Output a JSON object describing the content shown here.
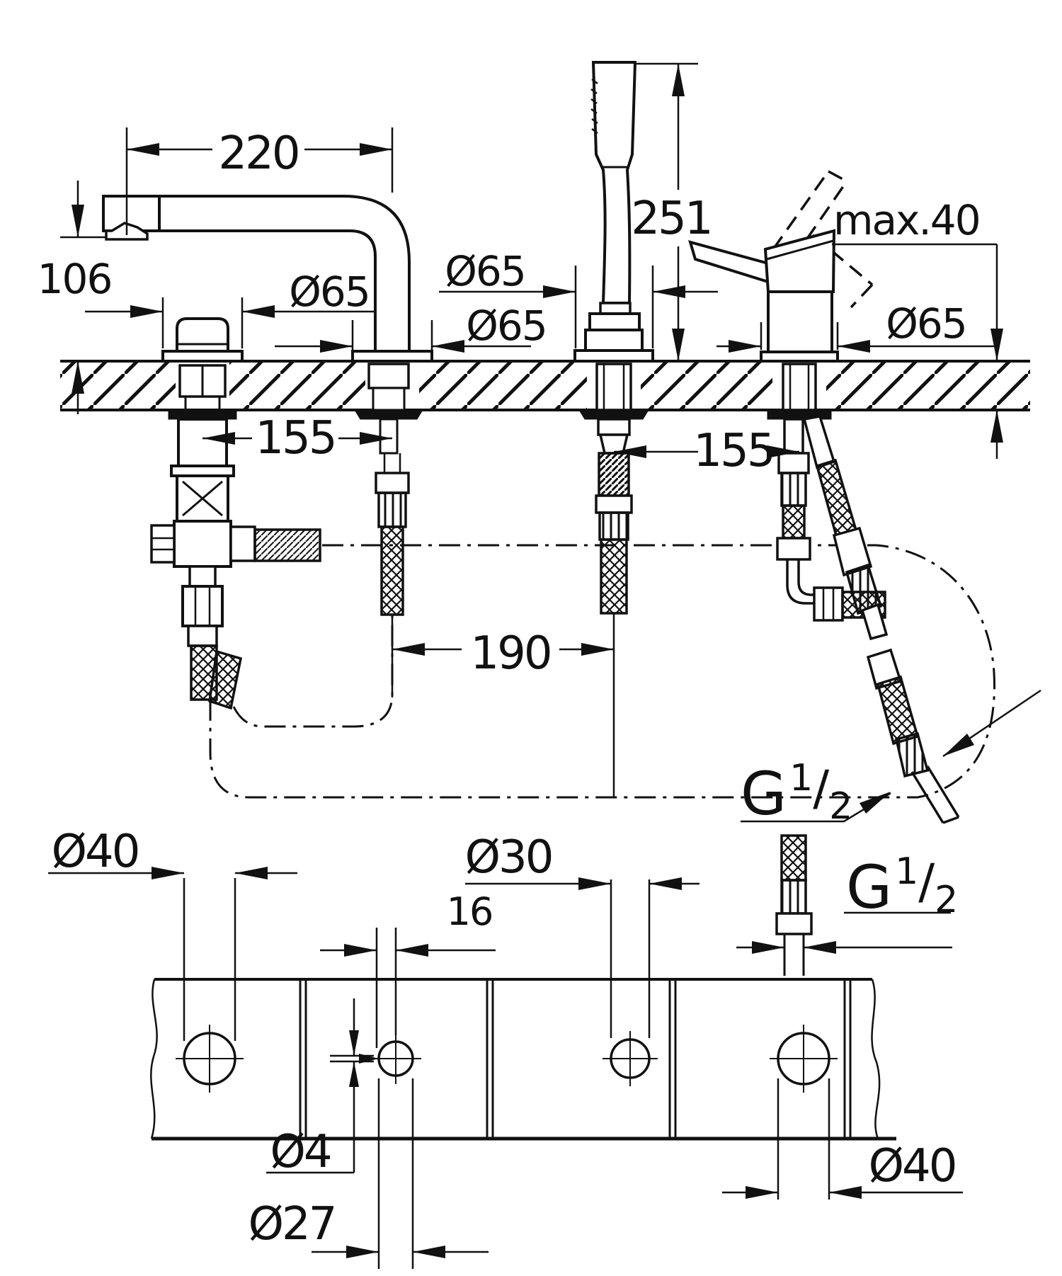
{
  "drawing": {
    "top_view": {
      "projection": "220",
      "spout_height": "106",
      "handshower_height": "251",
      "deck_thickness_max": "max.40",
      "flange_diameters": [
        "Ø65",
        "Ø65",
        "Ø65",
        "Ø65"
      ],
      "hole_spacing_left": "155",
      "hole_spacing_right": "155",
      "hole_spacing_center": "190",
      "thread_label_upper": {
        "g": "G",
        "numerator": "1",
        "slash": "/",
        "denominator": "2"
      }
    },
    "bottom_view": {
      "hole1_diameter": "Ø40",
      "pilot_offset": "16",
      "pilot_diameter": "Ø4",
      "hole2_diameter": "Ø27",
      "hole3_diameter": "Ø30",
      "hole4_diameter": "Ø40",
      "thread_label_lower": {
        "g": "G",
        "numerator": "1",
        "slash": "/",
        "denominator": "2"
      }
    }
  }
}
